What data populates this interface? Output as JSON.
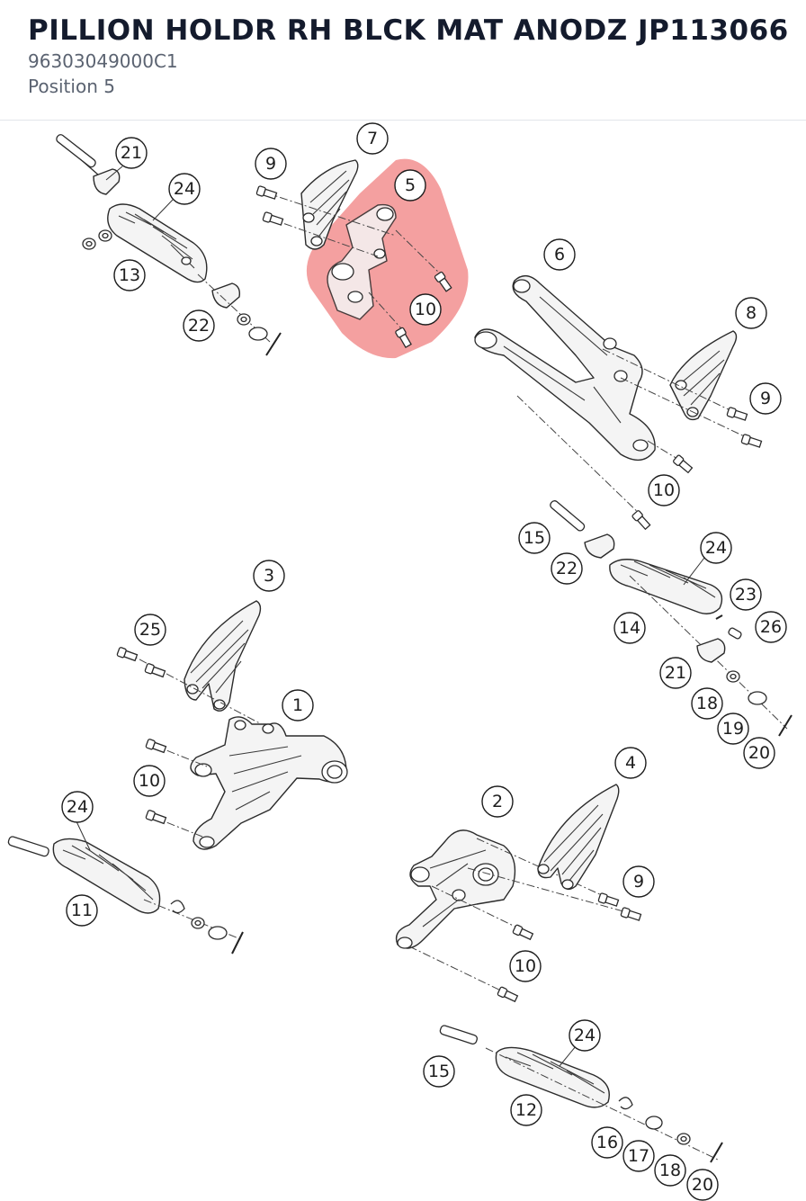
{
  "header": {
    "title": "PILLION HOLDR RH BLCK MAT ANODZ JP113066",
    "part_number": "96303049000C1",
    "position": "Position 5"
  },
  "highlight": {
    "color": "#f08080",
    "selected_callout": "5"
  },
  "callouts": {
    "c21a": "21",
    "c24a": "24",
    "c13": "13",
    "c22a": "22",
    "c7": "7",
    "c9a": "9",
    "c5": "5",
    "c10a": "10",
    "c6": "6",
    "c8": "8",
    "c9b": "9",
    "c10b": "10",
    "c15a": "15",
    "c22b": "22",
    "c24b": "24",
    "c23": "23",
    "c26": "26",
    "c14": "14",
    "c21b": "21",
    "c18a": "18",
    "c19": "19",
    "c20a": "20",
    "c3": "3",
    "c25": "25",
    "c1": "1",
    "c10c": "10",
    "c24c": "24",
    "c11": "11",
    "c4": "4",
    "c2": "2",
    "c9c": "9",
    "c10d": "10",
    "c24d": "24",
    "c15b": "15",
    "c12": "12",
    "c16": "16",
    "c17": "17",
    "c18b": "18",
    "c20b": "20"
  }
}
